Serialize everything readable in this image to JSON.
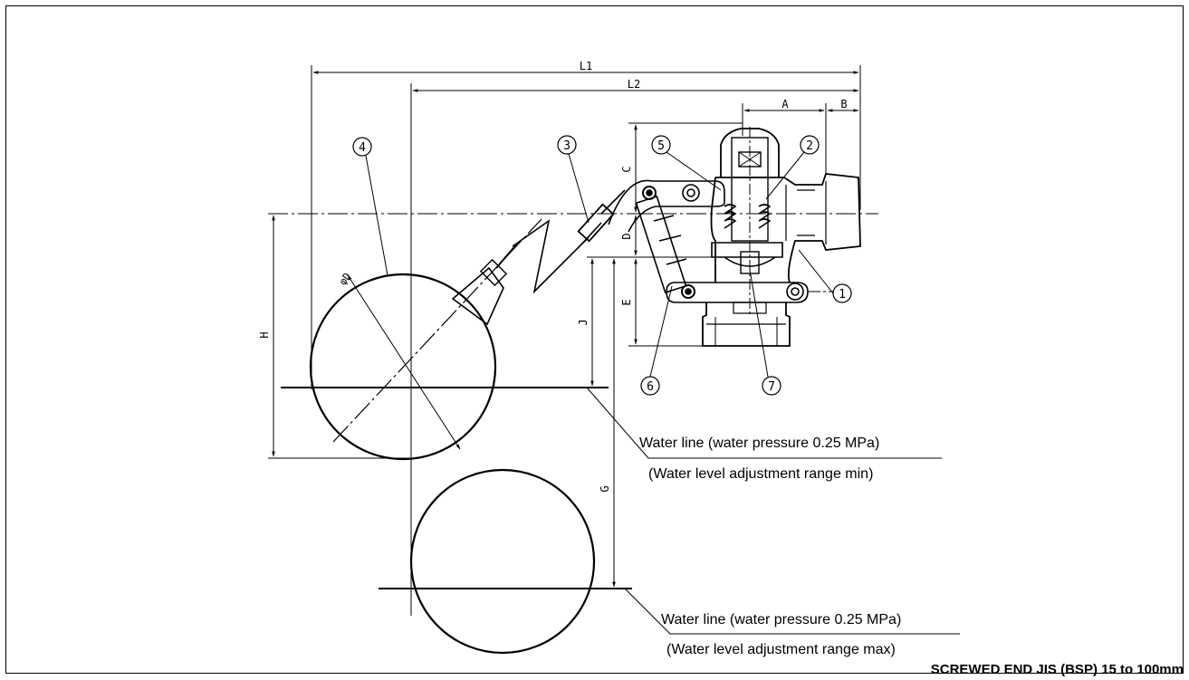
{
  "dimensions": {
    "l1": "L1",
    "l2": "L2",
    "a": "A",
    "b": "B",
    "c": "C",
    "d": "D",
    "e": "E",
    "g": "G",
    "h": "H",
    "j": "J",
    "dia": "φD"
  },
  "parts": [
    "1",
    "2",
    "3",
    "4",
    "5",
    "6",
    "7"
  ],
  "captions": {
    "water_line_min": "Water line (water pressure 0.25 MPa)",
    "range_min": "(Water level adjustment range min)",
    "water_line_max": "Water line (water pressure 0.25 MPa)",
    "range_max": "(Water level adjustment range max)"
  },
  "footer": "SCREWED END JIS (BSP) 15 to 100mm"
}
